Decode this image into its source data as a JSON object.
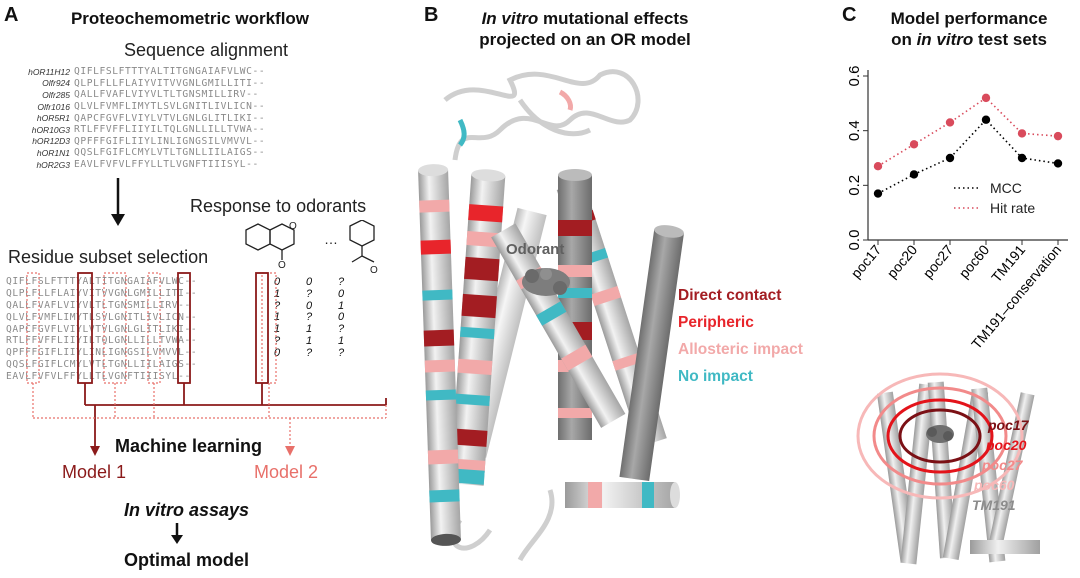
{
  "panel_a": {
    "letter": "A",
    "title": "Proteochemometric workflow",
    "alignment_title": "Sequence alignment",
    "sequences": [
      {
        "name": "hOR11H12",
        "seq": "QIFLFSLFTTTYALTITGNGAIAFVLWC--"
      },
      {
        "name": "Olfr924",
        "seq": "QLPLFLLFLAIYVITVVGNLGMILLITI--"
      },
      {
        "name": "Olfr285",
        "seq": "QALLFVAFLVIYVLTLTGNSMILLIRV--"
      },
      {
        "name": "Olfr1016",
        "seq": "QLVLFVMFLIMYTLSVLGNITLIVLICN--"
      },
      {
        "name": "hOR5R1",
        "seq": "QAPCFGVFLVIYLVTVLGNLGLITLIKI--"
      },
      {
        "name": "hOR10G3",
        "seq": "RTLFFVFFLIIYILTQLGNLLILLTVWA--"
      },
      {
        "name": "hOR12D3",
        "seq": "QPFFFGIFLIIYLINLIGNGSILVMVVL--"
      },
      {
        "name": "hOR1N1",
        "seq": "QQSLFGIFLCMYLVTLTGNLLIILAIGS--"
      },
      {
        "name": "hOR2G3",
        "seq": "EAVLFVFVLFFYLLTLVGNFTIIISYL--"
      }
    ],
    "response_title": "Response to odorants",
    "ellipsis": "…",
    "subset_title": "Residue subset selection",
    "responses": [
      [
        "0",
        "0",
        "?"
      ],
      [
        "1",
        "?",
        "0"
      ],
      [
        "?",
        "0",
        "1"
      ],
      [
        "1",
        "?",
        "0"
      ],
      [
        "1",
        "1",
        "?"
      ],
      [
        "?",
        "1",
        "1"
      ],
      [
        "0",
        "?",
        "?"
      ]
    ],
    "ml_label": "Machine learning",
    "model1": "Model 1",
    "model2": "Model 2",
    "assays_label": "In vitro assays",
    "optimal_label": "Optimal model",
    "colors": {
      "model1": "#8b1a1a",
      "model2": "#e8706a"
    }
  },
  "panel_b": {
    "letter": "B",
    "title_italic": "In vitro",
    "title_rest": " mutational effects",
    "title_line2": "projected on an OR model",
    "odorant_label": "Odorant",
    "legend": [
      {
        "label": "Direct contact",
        "color": "#a31d22"
      },
      {
        "label": "Peripheric",
        "color": "#e8252b"
      },
      {
        "label": "Allosteric impact",
        "color": "#f2a9a9"
      },
      {
        "label": "No impact",
        "color": "#40b9c4"
      }
    ]
  },
  "panel_c": {
    "letter": "C",
    "title_line1": "Model performance",
    "title_line2_pre": "on ",
    "title_line2_italic": "in vitro",
    "title_line2_post": " test sets",
    "chart_data": {
      "type": "line",
      "categories": [
        "poc17",
        "poc20",
        "poc27",
        "poc60",
        "TM191",
        "TM191–conservation"
      ],
      "series": [
        {
          "name": "MCC",
          "values": [
            0.17,
            0.24,
            0.3,
            0.44,
            0.3,
            0.28
          ],
          "color": "#000000"
        },
        {
          "name": "Hit rate",
          "values": [
            0.27,
            0.35,
            0.43,
            0.52,
            0.39,
            0.38
          ],
          "color": "#d94b5c"
        }
      ],
      "yticks": [
        "0.0",
        "0.2",
        "0.4",
        "0.6"
      ],
      "ylim": [
        0,
        0.6
      ],
      "legend_position": "bottom-right",
      "line_style": "dotted"
    },
    "rings": [
      {
        "label": "poc17",
        "color": "#7b1015"
      },
      {
        "label": "poc20",
        "color": "#e3141b"
      },
      {
        "label": "poc27",
        "color": "#f28a8a"
      },
      {
        "label": "poc60",
        "color": "#f7b8b8"
      },
      {
        "label": "TM191",
        "color": "#8c8c8c"
      }
    ]
  }
}
